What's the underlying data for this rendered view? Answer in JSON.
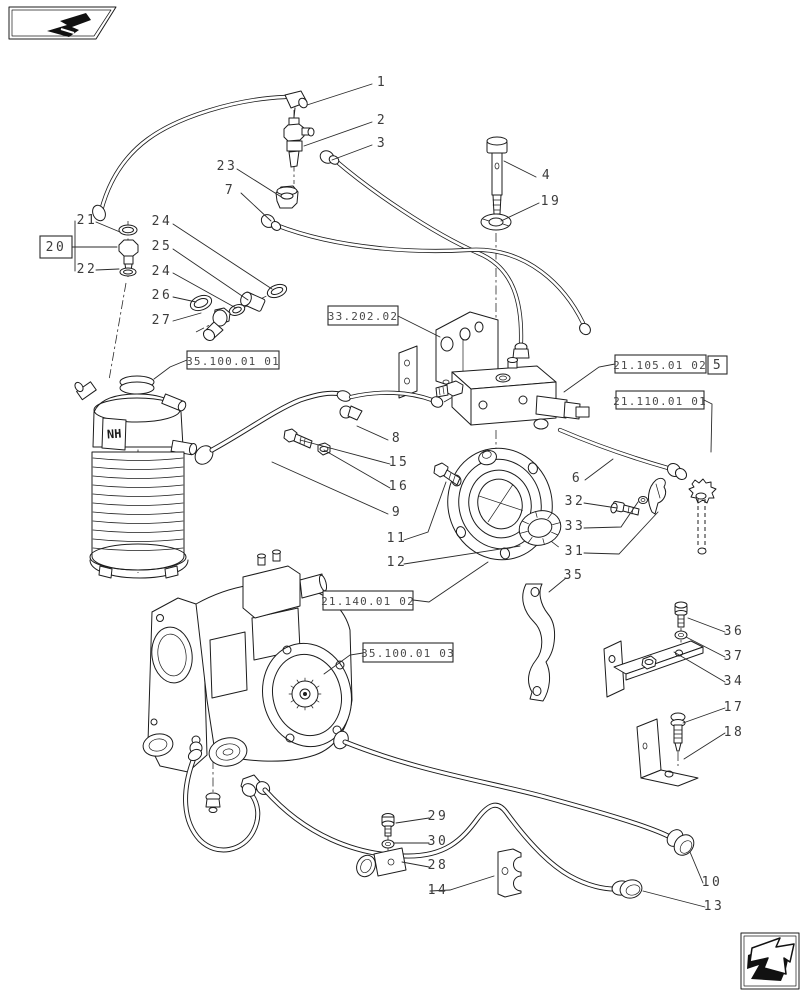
{
  "nav": {
    "prev_icon": "page-back-arrow",
    "next_icon": "page-forward-arrow"
  },
  "drawing": {
    "canister_embossed_label": "NH",
    "line_color": "#1c1c1c",
    "label_color": "#3c3c3c"
  },
  "callouts": {
    "n1": "1",
    "n2": "2",
    "n3": "3",
    "n4": "4",
    "n5": "5",
    "n6": "6",
    "n7": "7",
    "n8": "8",
    "n9": "9",
    "n10": "10",
    "n11": "11",
    "n12": "12",
    "n13": "13",
    "n14": "14",
    "n15": "15",
    "n16": "16",
    "n17": "17",
    "n18": "18",
    "n19": "19",
    "n20": "20",
    "n21": "21",
    "n22": "22",
    "n23": "23",
    "n24": "24",
    "n24b": "24",
    "n25": "25",
    "n26": "26",
    "n27": "27",
    "n28": "28",
    "n29": "29",
    "n30": "30",
    "n31": "31",
    "n32": "32",
    "n33": "33",
    "n34": "34",
    "n35": "35",
    "n36": "36",
    "n37": "37"
  },
  "ref_boxes": {
    "hydraulic_pump_lines": "33.202.02",
    "oil_filter": "35.100.01 01",
    "valve_assembly": "21.105.01 02",
    "oil_dipstick": "21.110.01 01",
    "pump_detail": "21.140.01 02",
    "hydraulic_pump": "35.100.01 03"
  }
}
